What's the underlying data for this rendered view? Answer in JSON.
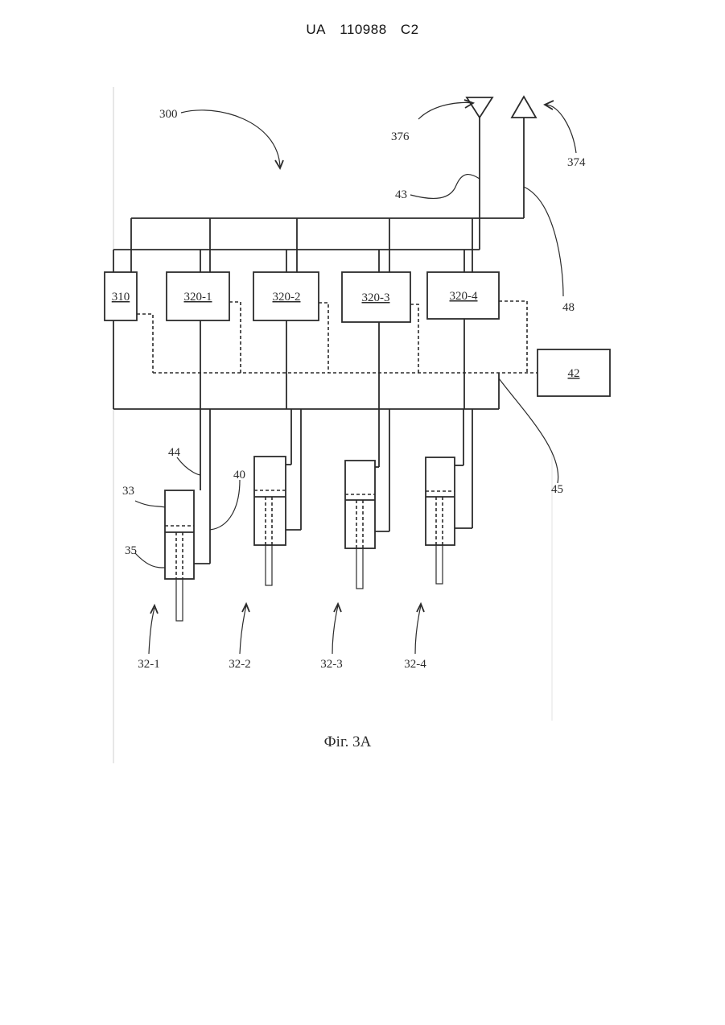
{
  "header": {
    "country": "UA",
    "number": "110988",
    "kind": "C2"
  },
  "figure": {
    "caption": "Фіг. 3А",
    "refs": {
      "system": "300",
      "antenna_rx": "376",
      "antenna_tx": "374",
      "line_43": "43",
      "line_48": "48",
      "line_45": "45",
      "line_44": "44",
      "line_40": "40",
      "label_33": "33",
      "label_35": "35"
    },
    "boxes": {
      "controller": "310",
      "unit_1": "320-1",
      "unit_2": "320-2",
      "unit_3": "320-3",
      "unit_4": "320-4",
      "power": "42"
    },
    "actuators": {
      "a1": "32-1",
      "a2": "32-2",
      "a3": "32-3",
      "a4": "32-4"
    }
  }
}
